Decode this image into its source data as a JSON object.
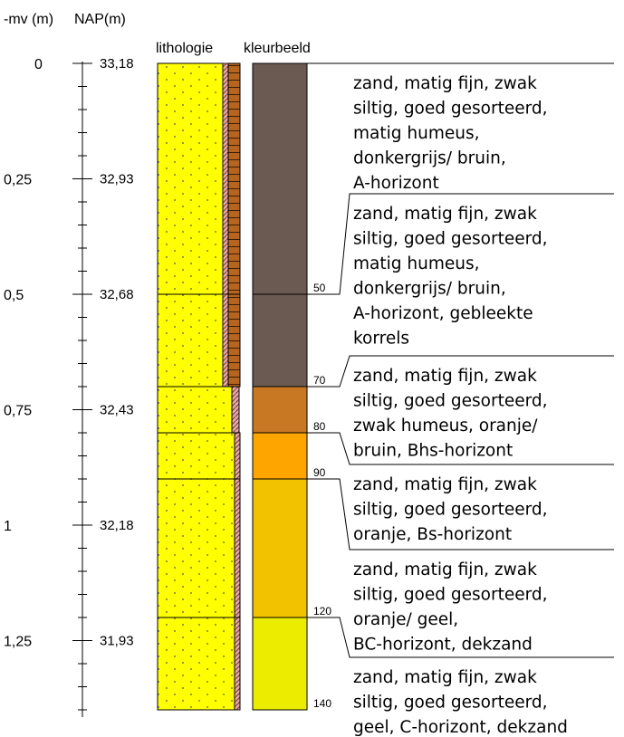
{
  "headers": {
    "mv": "-mv (m)",
    "nap": "NAP(m)",
    "lithologie": "lithologie",
    "kleurbeeld": "kleurbeeld"
  },
  "depth_ticks": [
    {
      "depth_cm": 0,
      "mv": "0",
      "nap": "33,18"
    },
    {
      "depth_cm": 25,
      "mv": "0,25",
      "nap": "32,93"
    },
    {
      "depth_cm": 50,
      "mv": "0,5",
      "nap": "32,68"
    },
    {
      "depth_cm": 75,
      "mv": "0,75",
      "nap": "32,43"
    },
    {
      "depth_cm": 100,
      "mv": "1",
      "nap": "32,18"
    },
    {
      "depth_cm": 125,
      "mv": "1,25",
      "nap": "31,93"
    }
  ],
  "lithology_layers": [
    {
      "top_cm": 0,
      "bottom_cm": 50,
      "humus": "matig"
    },
    {
      "top_cm": 50,
      "bottom_cm": 70,
      "humus": "matig"
    },
    {
      "top_cm": 70,
      "bottom_cm": 80,
      "humus": "zwak"
    },
    {
      "top_cm": 80,
      "bottom_cm": 90,
      "humus": "geen"
    },
    {
      "top_cm": 90,
      "bottom_cm": 120,
      "humus": "geen"
    },
    {
      "top_cm": 120,
      "bottom_cm": 140,
      "humus": "geen"
    }
  ],
  "colors": {
    "sand": "#ffff00",
    "humus_strong": "#b5651d",
    "humus_weak": "#d98a8a",
    "layers": [
      "#6b5a52",
      "#6b5a52",
      "#c87722",
      "#ffa500",
      "#f2c200",
      "#ecec00"
    ]
  },
  "depth_markers": [
    "50",
    "70",
    "80",
    "90",
    "120",
    "140"
  ],
  "descriptions": [
    {
      "lines": [
        "zand, matig fijn, zwak",
        "siltig, goed gesorteerd,",
        "matig humeus,",
        "donkergrijs/ bruin,",
        "A-horizont"
      ]
    },
    {
      "lines": [
        "zand, matig fijn, zwak",
        "siltig, goed gesorteerd,",
        "matig humeus,",
        "donkergrijs/ bruin,",
        "A-horizont, gebleekte",
        "korrels"
      ]
    },
    {
      "lines": [
        "zand, matig fijn, zwak",
        "siltig, goed gesorteerd,",
        "zwak humeus, oranje/",
        "bruin, Bhs-horizont"
      ]
    },
    {
      "lines": [
        "zand, matig fijn, zwak",
        "siltig, goed gesorteerd,",
        "oranje, Bs-horizont"
      ]
    },
    {
      "lines": [
        "zand, matig fijn, zwak",
        "siltig, goed gesorteerd,",
        "oranje/ geel,",
        "BC-horizont, dekzand"
      ]
    },
    {
      "lines": [
        "zand, matig fijn, zwak",
        "siltig, goed gesorteerd,",
        "geel, C-horizont, dekzand"
      ]
    }
  ]
}
